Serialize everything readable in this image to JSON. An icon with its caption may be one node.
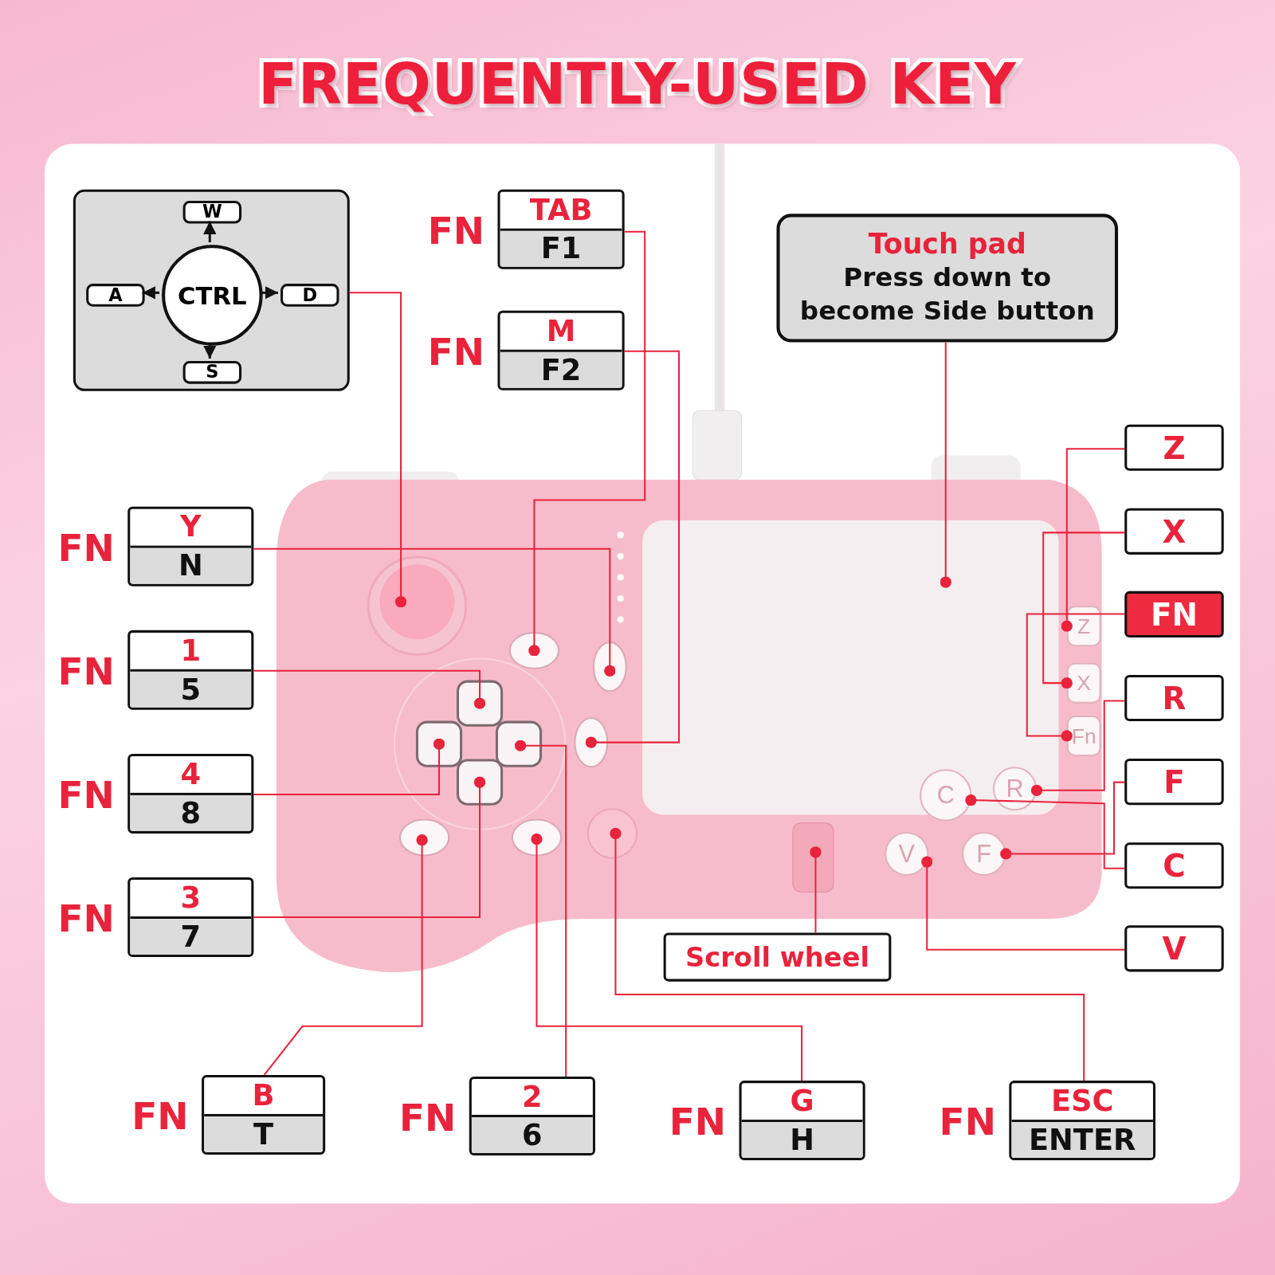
{
  "diagram": {
    "title": "FREQUENTLY-USED KEY",
    "nodes": [
      {
        "text": [],
        "shape": "box"
      },
      {
        "text": [
          "W"
        ],
        "in": 0
      },
      {
        "text": [
          "A"
        ],
        "in": 0
      },
      {
        "text": [
          "CTRL"
        ],
        "in": 0
      },
      {
        "text": [
          "D"
        ],
        "in": 0
      },
      {
        "text": [
          "S"
        ],
        "in": 0
      },
      {
        "text": [
          "TAB",
          "F1"
        ],
        "beside": [
          "FN"
        ]
      },
      {
        "text": [
          "M",
          "F2"
        ],
        "beside": [
          "FN"
        ]
      },
      {
        "text": [
          "Touch pad",
          "Press down to become Side button"
        ]
      },
      {
        "text": [
          "Z"
        ]
      },
      {
        "text": [
          "Y",
          "N"
        ],
        "beside": [
          "FN"
        ]
      },
      {
        "text": [
          "X"
        ]
      },
      {
        "text": [
          "FN"
        ]
      },
      {
        "text": [
          "1",
          "5"
        ],
        "beside": [
          "FN"
        ]
      },
      {
        "text": [
          "R"
        ]
      },
      {
        "text": [
          "4",
          "8"
        ],
        "beside": [
          "FN"
        ]
      },
      {
        "text": [
          "F"
        ]
      },
      {
        "text": [
          "C"
        ]
      },
      {
        "text": [
          "3",
          "7"
        ],
        "beside": [
          "FN"
        ]
      },
      {
        "text": [
          "Scroll wheel"
        ]
      },
      {
        "text": [
          "V"
        ]
      },
      {
        "text": [
          "B",
          "T"
        ],
        "beside": [
          "FN"
        ]
      },
      {
        "text": [
          "2",
          "6"
        ],
        "beside": [
          "FN"
        ]
      },
      {
        "text": [
          "G",
          "H"
        ],
        "beside": [
          "FN"
        ]
      },
      {
        "text": [
          "ESC",
          "ENTER"
        ],
        "beside": [
          "FN"
        ]
      },
      {
        "text": [
          "Z"
        ]
      },
      {
        "text": [
          "X"
        ]
      },
      {
        "text": [
          "Fn"
        ]
      },
      {
        "text": [
          "C"
        ]
      },
      {
        "text": [
          "R"
        ]
      },
      {
        "text": [
          "V"
        ]
      },
      {
        "text": [
          "F"
        ]
      }
    ],
    "edges": [
      {
        "from": 3,
        "to": 1,
        "arrow": "to",
        "color": "#111111"
      },
      {
        "from": 3,
        "to": 2,
        "arrow": "to",
        "color": "#111111"
      },
      {
        "from": 3,
        "to": 4,
        "arrow": "to",
        "color": "#111111"
      },
      {
        "from": 3,
        "to": 5,
        "arrow": "to",
        "color": "#111111"
      },
      {
        "from": 0,
        "to": null,
        "arrow": "other"
      },
      {
        "from": 6,
        "to": null,
        "arrow": "other"
      },
      {
        "from": 7,
        "to": null,
        "arrow": "other"
      },
      {
        "from": 8,
        "to": null,
        "arrow": "other"
      },
      {
        "from": 9,
        "to": 25,
        "arrow": "other"
      },
      {
        "from": 10,
        "to": null,
        "arrow": "other"
      },
      {
        "from": 11,
        "to": 26,
        "arrow": "other"
      },
      {
        "from": 12,
        "to": 27,
        "arrow": "other"
      },
      {
        "from": 13,
        "to": null,
        "arrow": "other"
      },
      {
        "from": 14,
        "to": 29,
        "arrow": "other"
      },
      {
        "from": 15,
        "to": null,
        "arrow": "other"
      },
      {
        "from": 16,
        "to": 31,
        "arrow": "other"
      },
      {
        "from": 17,
        "to": 28,
        "arrow": "other"
      },
      {
        "from": 18,
        "to": null,
        "arrow": "other"
      },
      {
        "from": 19,
        "to": null,
        "arrow": "other"
      },
      {
        "from": 20,
        "to": 30,
        "arrow": "other"
      },
      {
        "from": 21,
        "to": null,
        "arrow": "other"
      },
      {
        "from": 22,
        "to": null,
        "arrow": "other"
      },
      {
        "from": 23,
        "to": null,
        "arrow": "other"
      },
      {
        "from": 24,
        "to": null,
        "arrow": "other"
      }
    ]
  }
}
